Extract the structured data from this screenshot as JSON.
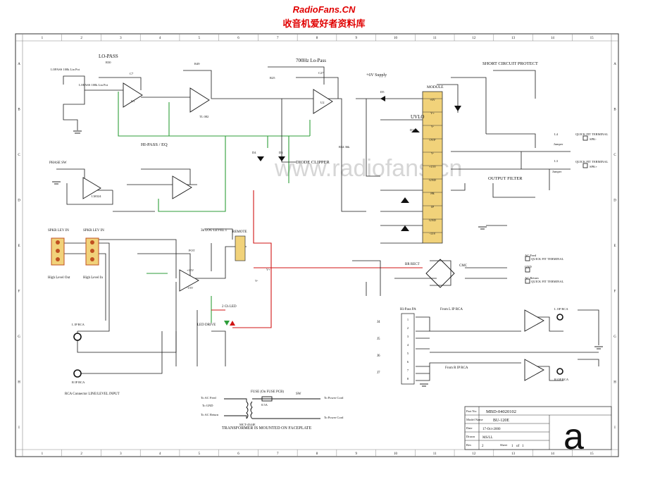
{
  "header": {
    "site": "RadioFans.CN",
    "tagline": "收音机爱好者资料库"
  },
  "watermark": "www.radiofans.cn",
  "colors": {
    "wire": "#1a1a1a",
    "ground_net": "#2e9e3a",
    "power_net": "#d01515",
    "highlight_box": "#f1d27a",
    "header_red": "#e00000"
  },
  "grid": {
    "columns": [
      "1",
      "2",
      "3",
      "4",
      "5",
      "6",
      "7",
      "8",
      "9",
      "10",
      "11",
      "12",
      "13",
      "14",
      "15"
    ],
    "rows": [
      "A",
      "B",
      "C",
      "D",
      "E",
      "F",
      "G",
      "H",
      "I"
    ]
  },
  "sections": {
    "lo_pass": "LO-PASS",
    "lo_pass_700": "700Hz Lo-Pass",
    "hi_pass_eq": "HI-PASS / EQ",
    "diode_clipper": "DIODE CLIPPER",
    "supply": "+6V Supply",
    "short_circuit": "SHORT CIRCUIT PROTECT",
    "output_filter": "OUTPUT FILTER",
    "uvlo": "UVLO",
    "phase_sw": "PHASE SW",
    "spkr_lev_in_left": "SPKR LEV IN",
    "spkr_lev_in_right": "SPKR LEV IN",
    "high_level_out": "High Level Out",
    "high_level_in": "High Level In",
    "rca_connector": "RCA Connector LINE/LEVEL INPUT",
    "level_pot": "3k LOG LEVEL 1",
    "remote": "REMOTE",
    "led_drive": "LED DRIVE",
    "led_2ch": "2 Ch LED",
    "bridge_rect": "BR RECT",
    "cmc": "CMC",
    "hi_pass_pa": "Hi-Pass PA",
    "from_l_ip": "From L IP RCA",
    "from_r_ip": "From R IP RCA",
    "transformer_note": "TRANSFORMER IS MOUNTED ON FACEPLATE",
    "fuse": "FUSE (On FUSE PCB)",
    "sw": "SW",
    "module": "MODULE"
  },
  "labels": {
    "lopass_pot": "LOPASS 100k Lin Pot",
    "lopass2": "LOPASS 100k Lin Pot",
    "c7": "C7",
    "u1a": "U1",
    "r30": "R30",
    "r49": "R49",
    "r25": "R25",
    "c27": "C27",
    "u2": "U2",
    "tl082": "TL 082",
    "lm324": "LM324",
    "r34": "R34 36k",
    "d5": "D5",
    "d4": "D4",
    "d3": "D3",
    "d1": "D1",
    "quick_fit_1": "QUICK FIT TERMINAL",
    "quick_fit_2": "QUICK FIT TERMINAL",
    "quick_fit_3": "QUICK FIT TERMINAL",
    "quick_fit_4": "QUICK FIT TERMINAL",
    "spk_minus": "SPK-",
    "spk_plus": "SPK+",
    "jumper1": "Jumper",
    "jumper2": "Jumper",
    "l4": "L4",
    "l3": "L3",
    "ac_feed": "AC Feed",
    "gnd": "GND",
    "ac_return": "AC Return",
    "to_ac_feed": "To AC Feed",
    "to_gnd": "To GND",
    "to_ac_return": "To AC Return",
    "to_power_cord_1": "To Power Cord",
    "to_power_cord_2": "To Power Cord",
    "mct": "MCT-4344E",
    "fuse_val": "0.5A",
    "l_ip_rca": "L IP RCA",
    "r_ip_rca": "R IP RCA",
    "l_op_rca": "L OP RCA",
    "r_op_rca": "R OP RCA",
    "vplus": "V+",
    "vminus": "V-",
    "plus15": "+15V",
    "minus15": "-15V",
    "pot": "POT",
    "module_pins": [
      "+6V",
      "V+",
      "V-",
      "OVP",
      "V-",
      "+15V",
      "GND",
      "PR",
      "IP",
      "GND",
      "-15V"
    ],
    "j_pins": [
      "1",
      "2",
      "3",
      "4",
      "5",
      "6",
      "7",
      "8"
    ],
    "j_names": [
      "J4",
      "J5",
      "J6",
      "J7"
    ]
  },
  "title_block": {
    "part_no_label": "Part No:",
    "part_no": "MBD-04020102",
    "model_label": "Model Name",
    "model": "BU-120E",
    "date_label": "Date",
    "date": "17-Oct-2000",
    "drawn_label": "Drawn",
    "drawn": "MS/LL",
    "rev_label": "Rev",
    "rev": "2",
    "sheet_label": "Sheet",
    "sheet": "1",
    "of": "of",
    "of_val": "1",
    "logo": "a"
  }
}
